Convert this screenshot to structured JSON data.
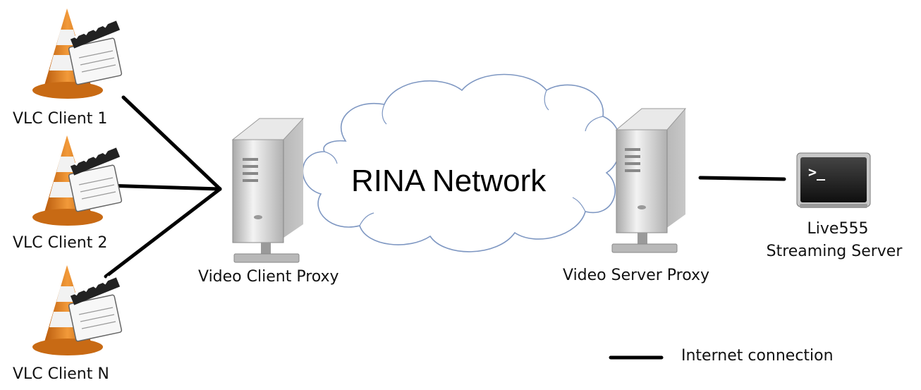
{
  "clients": [
    {
      "label": "VLC Client 1"
    },
    {
      "label": "VLC Client 2"
    },
    {
      "label": "VLC Client N"
    }
  ],
  "client_proxy": {
    "label": "Video Client Proxy"
  },
  "network": {
    "label": "RINA Network"
  },
  "server_proxy": {
    "label": "Video Server Proxy"
  },
  "streaming_server": {
    "label_line1": "Live555",
    "label_line2": "Streaming Server",
    "terminal_prompt": ">_"
  },
  "legend": {
    "label": "Internet connection"
  },
  "colors": {
    "cone_orange": "#e07a17",
    "cone_white": "#f2f2f2",
    "server_gray": "#cfcfcf",
    "terminal": "#1b1b1b",
    "line": "#000000",
    "cloud_stroke": "#7e97c2"
  }
}
